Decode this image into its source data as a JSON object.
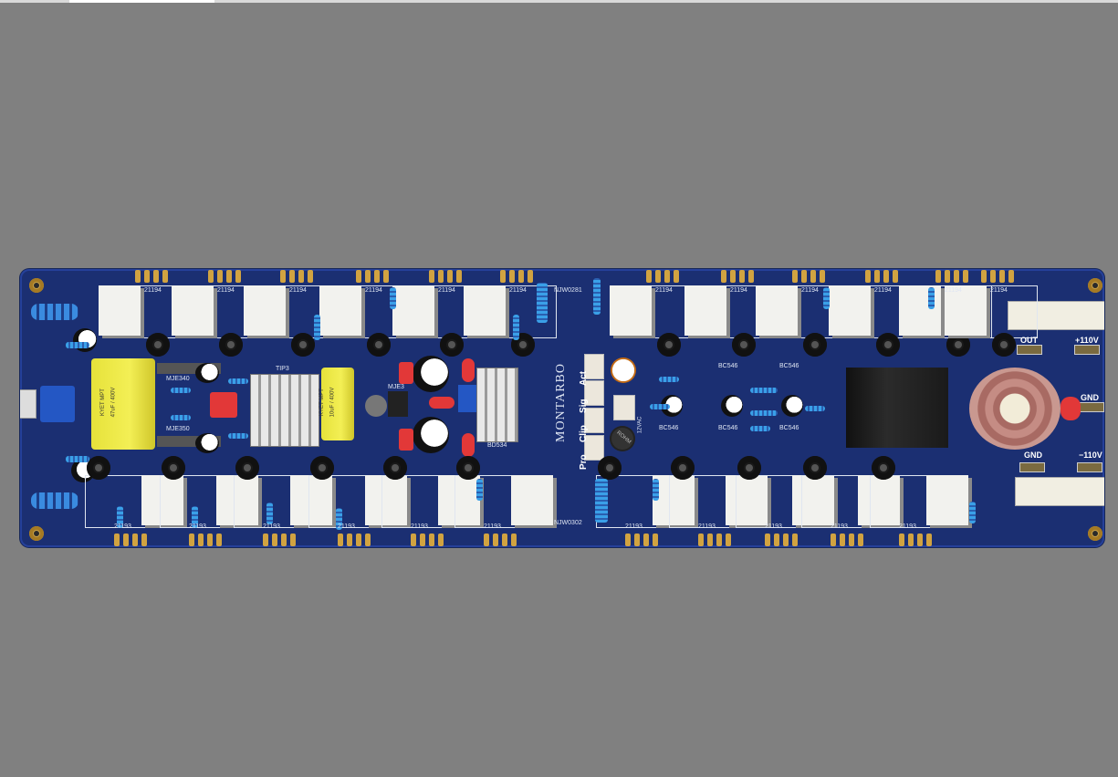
{
  "window": {
    "tab_active": true
  },
  "board": {
    "brand": "MONTARBO",
    "color": "#1b2f72",
    "indicators": [
      "Act",
      "Sig",
      "Clip",
      "Pro"
    ],
    "connectors": {
      "out": "OUT",
      "plus_rail": "+110V",
      "gnd_right": "GND",
      "gnd_bottom": "GND",
      "minus_rail": "−110V"
    },
    "top_transistor_label": "21194",
    "bottom_transistor_label": "21193",
    "driver_top": "NJW0281",
    "driver_bottom": "NJW0302",
    "small_transistor": "BC546",
    "mje_top": "MJE340",
    "mje_bottom": "MJE350",
    "mje_mid": "MJE3",
    "heatsink_transistor": "TIP3",
    "bd": "BD534",
    "cap_main": {
      "brand": "KYET MPT",
      "value": "47uF / 400V"
    },
    "cap_small": {
      "brand": "KYET MPT",
      "value": "10uF / 400V"
    },
    "fan_header": "12VAC",
    "buzzer": "ROHM"
  }
}
